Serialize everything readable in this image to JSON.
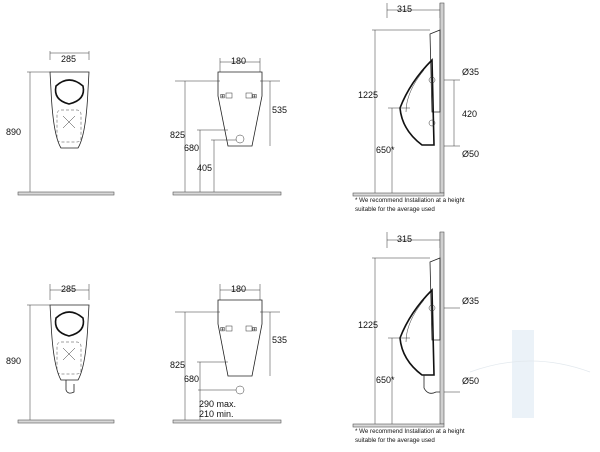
{
  "top": {
    "front_width": "285",
    "front_height": "890",
    "rear_width": "180",
    "rear_h1": "825",
    "rear_h2": "680",
    "rear_h3": "405",
    "rear_right": "535",
    "side_depth": "315",
    "side_total": "1225",
    "side_rim": "650*",
    "side_pipe_top": "Ø35",
    "side_pipe_gap": "420",
    "side_pipe_bottom": "Ø50",
    "note_line1": "* We recommend Installation at a height",
    "note_line2": "suitable  for the average used"
  },
  "bottom": {
    "front_width": "285",
    "front_height": "890",
    "rear_width": "180",
    "rear_h1": "825",
    "rear_h2": "680",
    "rear_right": "535",
    "rear_max": "290 max.",
    "rear_min": "210 min.",
    "side_depth": "315",
    "side_total": "1225",
    "side_rim": "650*",
    "side_pipe_top": "Ø35",
    "side_pipe_bottom": "Ø50",
    "note_line1": "* We recommend Installation at a height",
    "note_line2": "suitable  for the average used"
  }
}
